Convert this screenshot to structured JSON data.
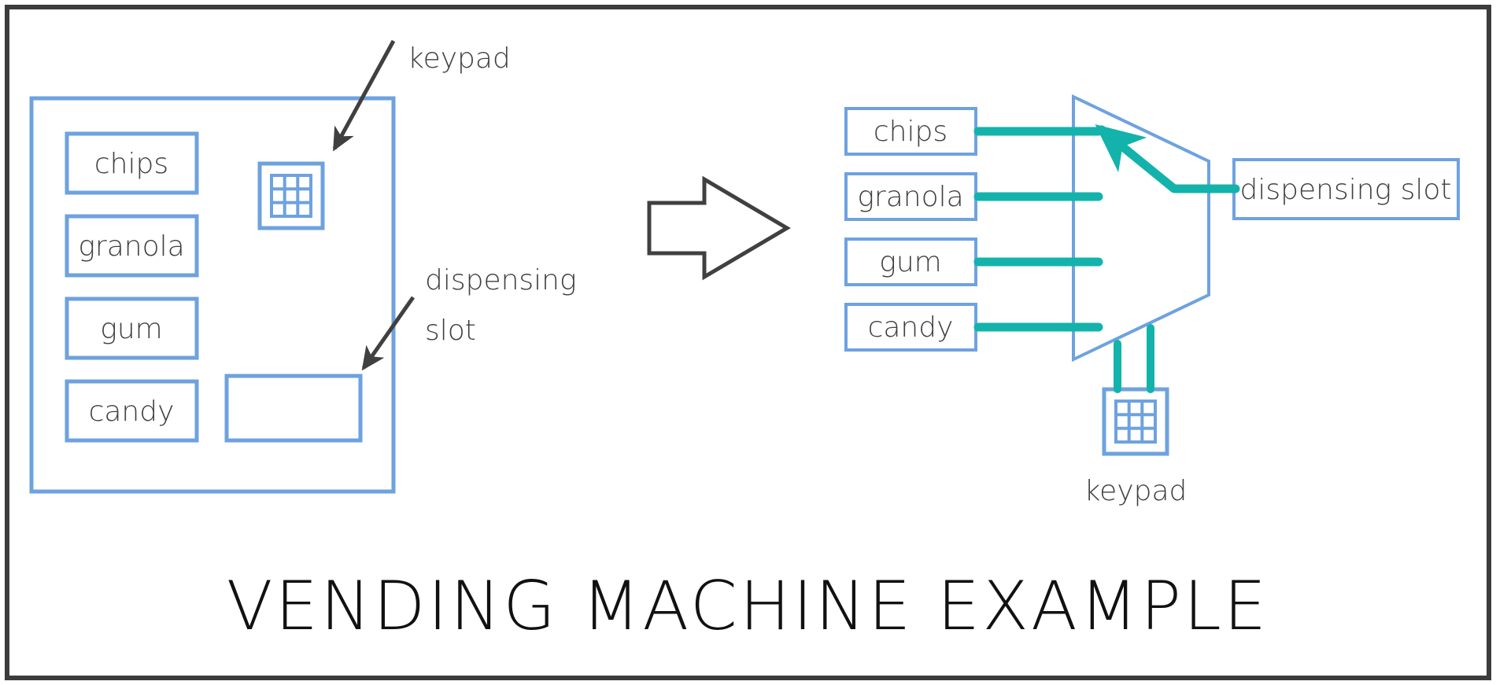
{
  "figure": {
    "title": "VENDING MACHINE EXAMPLE",
    "colors": {
      "box_stroke": "#6ea2df",
      "wire": "#13b3ab",
      "ink": "#404040",
      "frame": "#3c3c3c",
      "background": "#ffffff"
    }
  },
  "left_panel": {
    "name": "physical-vending-machine",
    "machine_body_label": "",
    "product_slots": [
      {
        "label": "chips"
      },
      {
        "label": "granola"
      },
      {
        "label": "gum"
      },
      {
        "label": "candy"
      }
    ],
    "keypad": {
      "label": "keypad",
      "rows": 3,
      "cols": 3
    },
    "dispensing_slot": {
      "label": "dispensing slot",
      "label_line1": "dispensing",
      "label_line2": "slot"
    },
    "annotations": [
      {
        "name": "keypad-callout",
        "text": "keypad"
      },
      {
        "name": "dispensing-slot-callout-line1",
        "text": "dispensing"
      },
      {
        "name": "dispensing-slot-callout-line2",
        "text": "slot"
      }
    ]
  },
  "transition_arrow": {
    "name": "transform-arrow",
    "direction": "right"
  },
  "right_panel": {
    "name": "multiplexer-abstraction",
    "inputs": [
      {
        "label": "chips"
      },
      {
        "label": "granola"
      },
      {
        "label": "gum"
      },
      {
        "label": "candy"
      }
    ],
    "mux": {
      "name": "multiplexer-trapezoid",
      "label": ""
    },
    "output": {
      "label": "dispensing slot"
    },
    "select_input": {
      "label": "keypad",
      "rows": 3,
      "cols": 3,
      "select_lines": 2
    }
  }
}
